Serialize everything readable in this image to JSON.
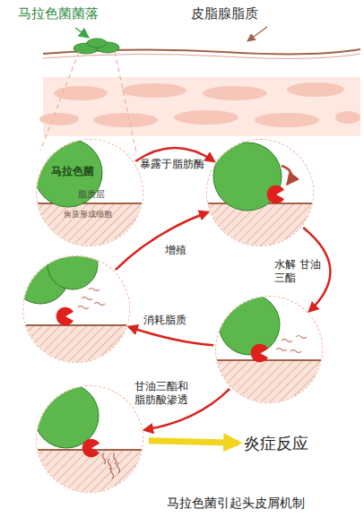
{
  "diagram": {
    "caption": "马拉色菌引起头皮屑机制",
    "nodes": [
      {
        "text": [
          "马拉色菌",
          "脂质层",
          "角质形成细胞"
        ]
      },
      {
        "text": []
      },
      {
        "text": []
      },
      {
        "text": []
      },
      {
        "text": []
      },
      {
        "text": [
          "炎症反应"
        ]
      }
    ],
    "edges": [
      {
        "from": 0,
        "to": 1,
        "label": "暴露于脂肪酶",
        "arrow": "to"
      },
      {
        "from": 1,
        "to": 2,
        "label": "水解 甘油三酯",
        "arrow": "to"
      },
      {
        "from": 2,
        "to": 3,
        "label": "消耗脂质",
        "arrow": "to"
      },
      {
        "from": 3,
        "to": 1,
        "label": "增殖",
        "arrow": "to"
      },
      {
        "from": 2,
        "to": 4,
        "label": "甘油三酯和 脂肪酸渗透",
        "arrow": "to"
      },
      {
        "from": 4,
        "to": 5,
        "arrow": "to"
      }
    ],
    "labels": [
      "马拉色菌菌落",
      "皮脂腺脂质"
    ]
  }
}
